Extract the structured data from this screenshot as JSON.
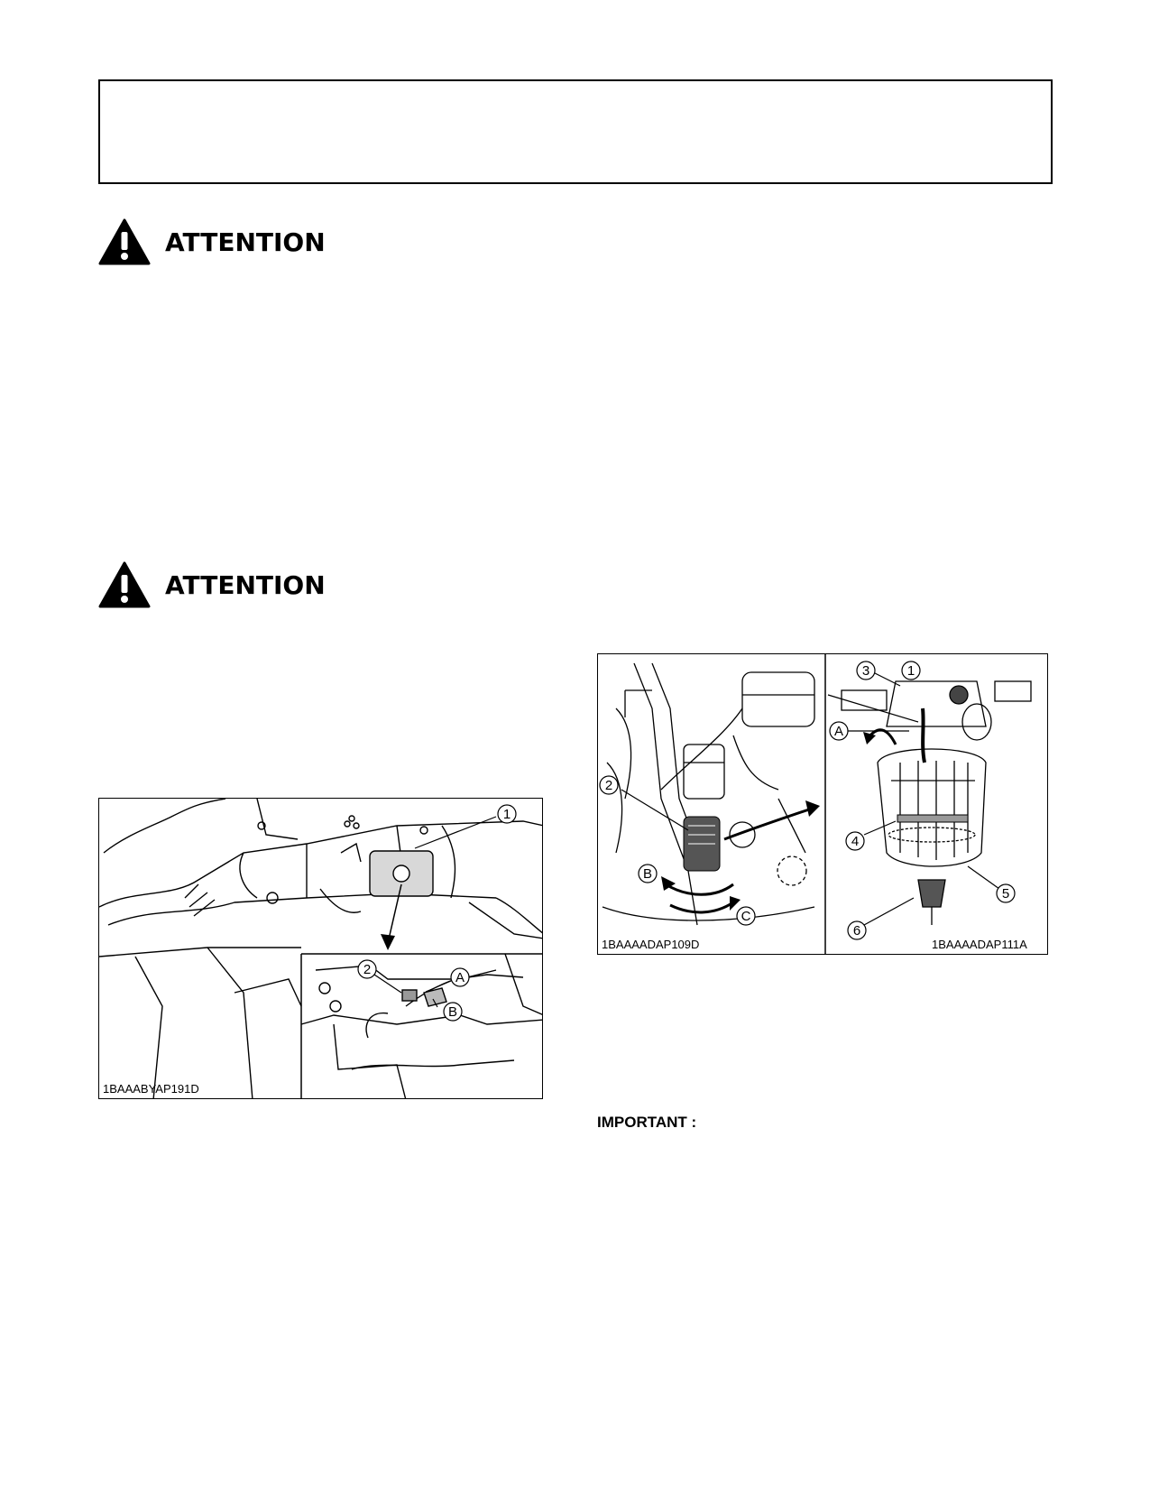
{
  "attention_1": {
    "title": "ATTENTION",
    "icon": "warning-triangle-icon"
  },
  "attention_2": {
    "title": "ATTENTION",
    "icon": "warning-triangle-icon"
  },
  "important": {
    "label": "IMPORTANT :"
  },
  "figure_left": {
    "code": "1BAAABYAP191D",
    "callouts": [
      "1",
      "2",
      "A",
      "B"
    ]
  },
  "figure_right_a": {
    "code": "1BAAAADAP109D",
    "callouts": [
      "2",
      "B",
      "C"
    ]
  },
  "figure_right_b": {
    "code": "1BAAAADAP111A",
    "callouts": [
      "3",
      "1",
      "A",
      "4",
      "5",
      "6"
    ]
  }
}
